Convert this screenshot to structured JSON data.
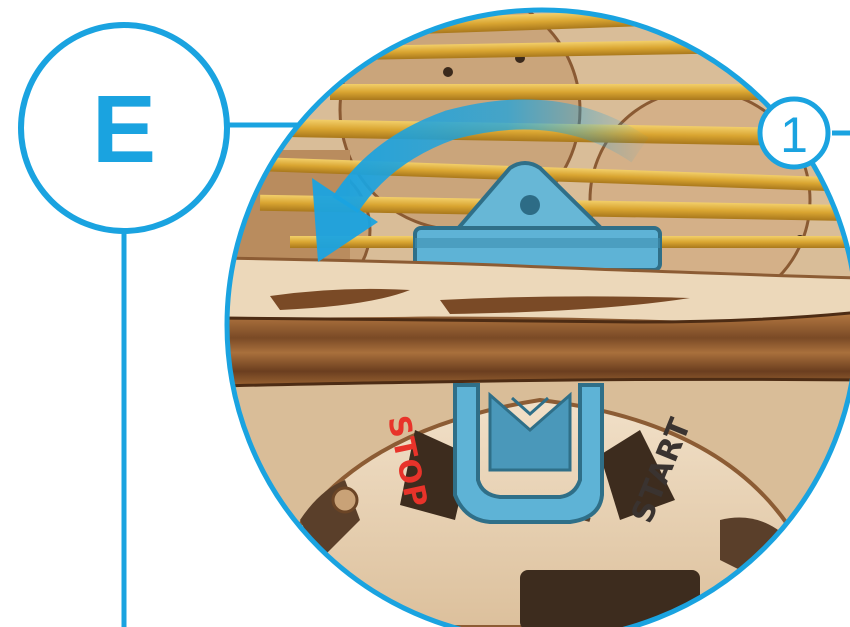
{
  "callout": {
    "step_letter": "E",
    "step_number": "1"
  },
  "dial": {
    "stop_label": "STOP",
    "start_label": "START"
  },
  "colors": {
    "accent": "#1aa3e0",
    "stop_text": "#e8332a",
    "start_text": "#3a3330",
    "wood_light": "#e9d3b4",
    "wood_dark": "#7a4a26",
    "slat_yellow": "#e0b23c",
    "blue_part": "#5eb3d6"
  },
  "icons": {
    "rotate_arrow": "counterclockwise-rotate-arrow-icon"
  }
}
